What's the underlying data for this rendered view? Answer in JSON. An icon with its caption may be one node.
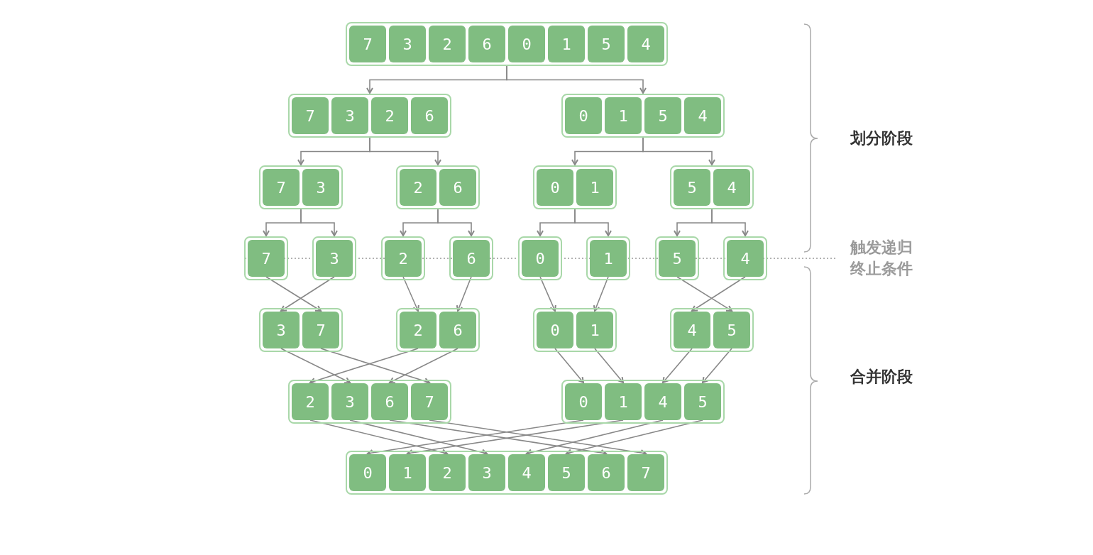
{
  "diagram": {
    "nodes": [
      {
        "text": [],
        "shape": "box"
      },
      {
        "text": [
          "7"
        ],
        "in": 0
      },
      {
        "text": [
          "3"
        ],
        "in": 0
      },
      {
        "text": [
          "2"
        ],
        "in": 0
      },
      {
        "text": [
          "6"
        ],
        "in": 0
      },
      {
        "text": [
          "0"
        ],
        "in": 0
      },
      {
        "text": [
          "1"
        ],
        "in": 0
      },
      {
        "text": [
          "5"
        ],
        "in": 0
      },
      {
        "text": [
          "4"
        ],
        "in": 0
      },
      {
        "text": [],
        "shape": "box"
      },
      {
        "text": [
          "7"
        ],
        "in": 9
      },
      {
        "text": [
          "3"
        ],
        "in": 9
      },
      {
        "text": [
          "2"
        ],
        "in": 9
      },
      {
        "text": [
          "6"
        ],
        "in": 9
      },
      {
        "text": [],
        "shape": "box"
      },
      {
        "text": [
          "0"
        ],
        "in": 14
      },
      {
        "text": [
          "1"
        ],
        "in": 14
      },
      {
        "text": [
          "5"
        ],
        "in": 14
      },
      {
        "text": [
          "4"
        ],
        "in": 14
      },
      {
        "text": [],
        "shape": "box"
      },
      {
        "text": [
          "7"
        ],
        "in": 19
      },
      {
        "text": [
          "3"
        ],
        "in": 19
      },
      {
        "text": [],
        "shape": "box"
      },
      {
        "text": [
          "2"
        ],
        "in": 22
      },
      {
        "text": [
          "6"
        ],
        "in": 22
      },
      {
        "text": [],
        "shape": "box"
      },
      {
        "text": [
          "0"
        ],
        "in": 25
      },
      {
        "text": [
          "1"
        ],
        "in": 25
      },
      {
        "text": [],
        "shape": "box"
      },
      {
        "text": [
          "5"
        ],
        "in": 28
      },
      {
        "text": [
          "4"
        ],
        "in": 28
      },
      {
        "text": [],
        "shape": "box"
      },
      {
        "text": [
          "7"
        ],
        "in": 31
      },
      {
        "text": [],
        "shape": "box"
      },
      {
        "text": [
          "3"
        ],
        "in": 33
      },
      {
        "text": [],
        "shape": "box"
      },
      {
        "text": [
          "2"
        ],
        "in": 35
      },
      {
        "text": [],
        "shape": "box"
      },
      {
        "text": [
          "6"
        ],
        "in": 37
      },
      {
        "text": [],
        "shape": "box"
      },
      {
        "text": [
          "0"
        ],
        "in": 39
      },
      {
        "text": [],
        "shape": "box"
      },
      {
        "text": [
          "1"
        ],
        "in": 41
      },
      {
        "text": [],
        "shape": "box"
      },
      {
        "text": [
          "5"
        ],
        "in": 43
      },
      {
        "text": [],
        "shape": "box"
      },
      {
        "text": [
          "4"
        ],
        "in": 45
      },
      {
        "text": [],
        "shape": "box"
      },
      {
        "text": [
          "3"
        ],
        "in": 47
      },
      {
        "text": [
          "7"
        ],
        "in": 47
      },
      {
        "text": [],
        "shape": "box"
      },
      {
        "text": [
          "2"
        ],
        "in": 50
      },
      {
        "text": [
          "6"
        ],
        "in": 50
      },
      {
        "text": [],
        "shape": "box"
      },
      {
        "text": [
          "0"
        ],
        "in": 53
      },
      {
        "text": [
          "1"
        ],
        "in": 53
      },
      {
        "text": [],
        "shape": "box"
      },
      {
        "text": [
          "4"
        ],
        "in": 56
      },
      {
        "text": [
          "5"
        ],
        "in": 56
      },
      {
        "text": [],
        "shape": "box"
      },
      {
        "text": [
          "2"
        ],
        "in": 59
      },
      {
        "text": [
          "3"
        ],
        "in": 59
      },
      {
        "text": [
          "6"
        ],
        "in": 59
      },
      {
        "text": [
          "7"
        ],
        "in": 59
      },
      {
        "text": [],
        "shape": "box"
      },
      {
        "text": [
          "0"
        ],
        "in": 64
      },
      {
        "text": [
          "1"
        ],
        "in": 64
      },
      {
        "text": [
          "4"
        ],
        "in": 64
      },
      {
        "text": [
          "5"
        ],
        "in": 64
      },
      {
        "text": [],
        "shape": "box"
      },
      {
        "text": [
          "0"
        ],
        "in": 69
      },
      {
        "text": [
          "1"
        ],
        "in": 69
      },
      {
        "text": [
          "2"
        ],
        "in": 69
      },
      {
        "text": [
          "3"
        ],
        "in": 69
      },
      {
        "text": [
          "4"
        ],
        "in": 69
      },
      {
        "text": [
          "5"
        ],
        "in": 69
      },
      {
        "text": [
          "6"
        ],
        "in": 69
      },
      {
        "text": [
          "7"
        ],
        "in": 69
      }
    ],
    "edges": [
      {
        "from": 0,
        "to": 9,
        "arrow": "to"
      },
      {
        "from": 0,
        "to": 14,
        "arrow": "to"
      },
      {
        "from": 9,
        "to": 19,
        "arrow": "to"
      },
      {
        "from": 9,
        "to": 22,
        "arrow": "to"
      },
      {
        "from": 14,
        "to": 25,
        "arrow": "to"
      },
      {
        "from": 14,
        "to": 28,
        "arrow": "to"
      },
      {
        "from": 19,
        "to": 31,
        "arrow": "to"
      },
      {
        "from": 19,
        "to": 33,
        "arrow": "to"
      },
      {
        "from": 22,
        "to": 35,
        "arrow": "to"
      },
      {
        "from": 22,
        "to": 37,
        "arrow": "to"
      },
      {
        "from": 25,
        "to": 39,
        "arrow": "to"
      },
      {
        "from": 25,
        "to": 41,
        "arrow": "to"
      },
      {
        "from": 28,
        "to": 43,
        "arrow": "to"
      },
      {
        "from": 28,
        "to": 45,
        "arrow": "to"
      },
      {
        "from": 32,
        "to": 49,
        "arrow": "to"
      },
      {
        "from": 34,
        "to": 48,
        "arrow": "to"
      },
      {
        "from": 36,
        "to": 51,
        "arrow": "to"
      },
      {
        "from": 38,
        "to": 52,
        "arrow": "to"
      },
      {
        "from": 40,
        "to": 54,
        "arrow": "to"
      },
      {
        "from": 42,
        "to": 55,
        "arrow": "to"
      },
      {
        "from": 44,
        "to": 58,
        "arrow": "to"
      },
      {
        "from": 46,
        "to": 57,
        "arrow": "to"
      },
      {
        "from": 48,
        "to": 61,
        "arrow": "to"
      },
      {
        "from": 49,
        "to": 63,
        "arrow": "to"
      },
      {
        "from": 51,
        "to": 60,
        "arrow": "to"
      },
      {
        "from": 52,
        "to": 62,
        "arrow": "to"
      },
      {
        "from": 54,
        "to": 65,
        "arrow": "to"
      },
      {
        "from": 55,
        "to": 66,
        "arrow": "to"
      },
      {
        "from": 57,
        "to": 67,
        "arrow": "to"
      },
      {
        "from": 58,
        "to": 68,
        "arrow": "to"
      },
      {
        "from": 60,
        "to": 72,
        "arrow": "to"
      },
      {
        "from": 61,
        "to": 73,
        "arrow": "to"
      },
      {
        "from": 62,
        "to": 76,
        "arrow": "to"
      },
      {
        "from": 63,
        "to": 77,
        "arrow": "to"
      },
      {
        "from": 65,
        "to": 70,
        "arrow": "to"
      },
      {
        "from": 66,
        "to": 71,
        "arrow": "to"
      },
      {
        "from": 67,
        "to": 74,
        "arrow": "to"
      },
      {
        "from": 68,
        "to": 75,
        "arrow": "to"
      }
    ],
    "labels": [
      "划分阶段",
      "触发递归终止条件",
      "合并阶段"
    ]
  }
}
